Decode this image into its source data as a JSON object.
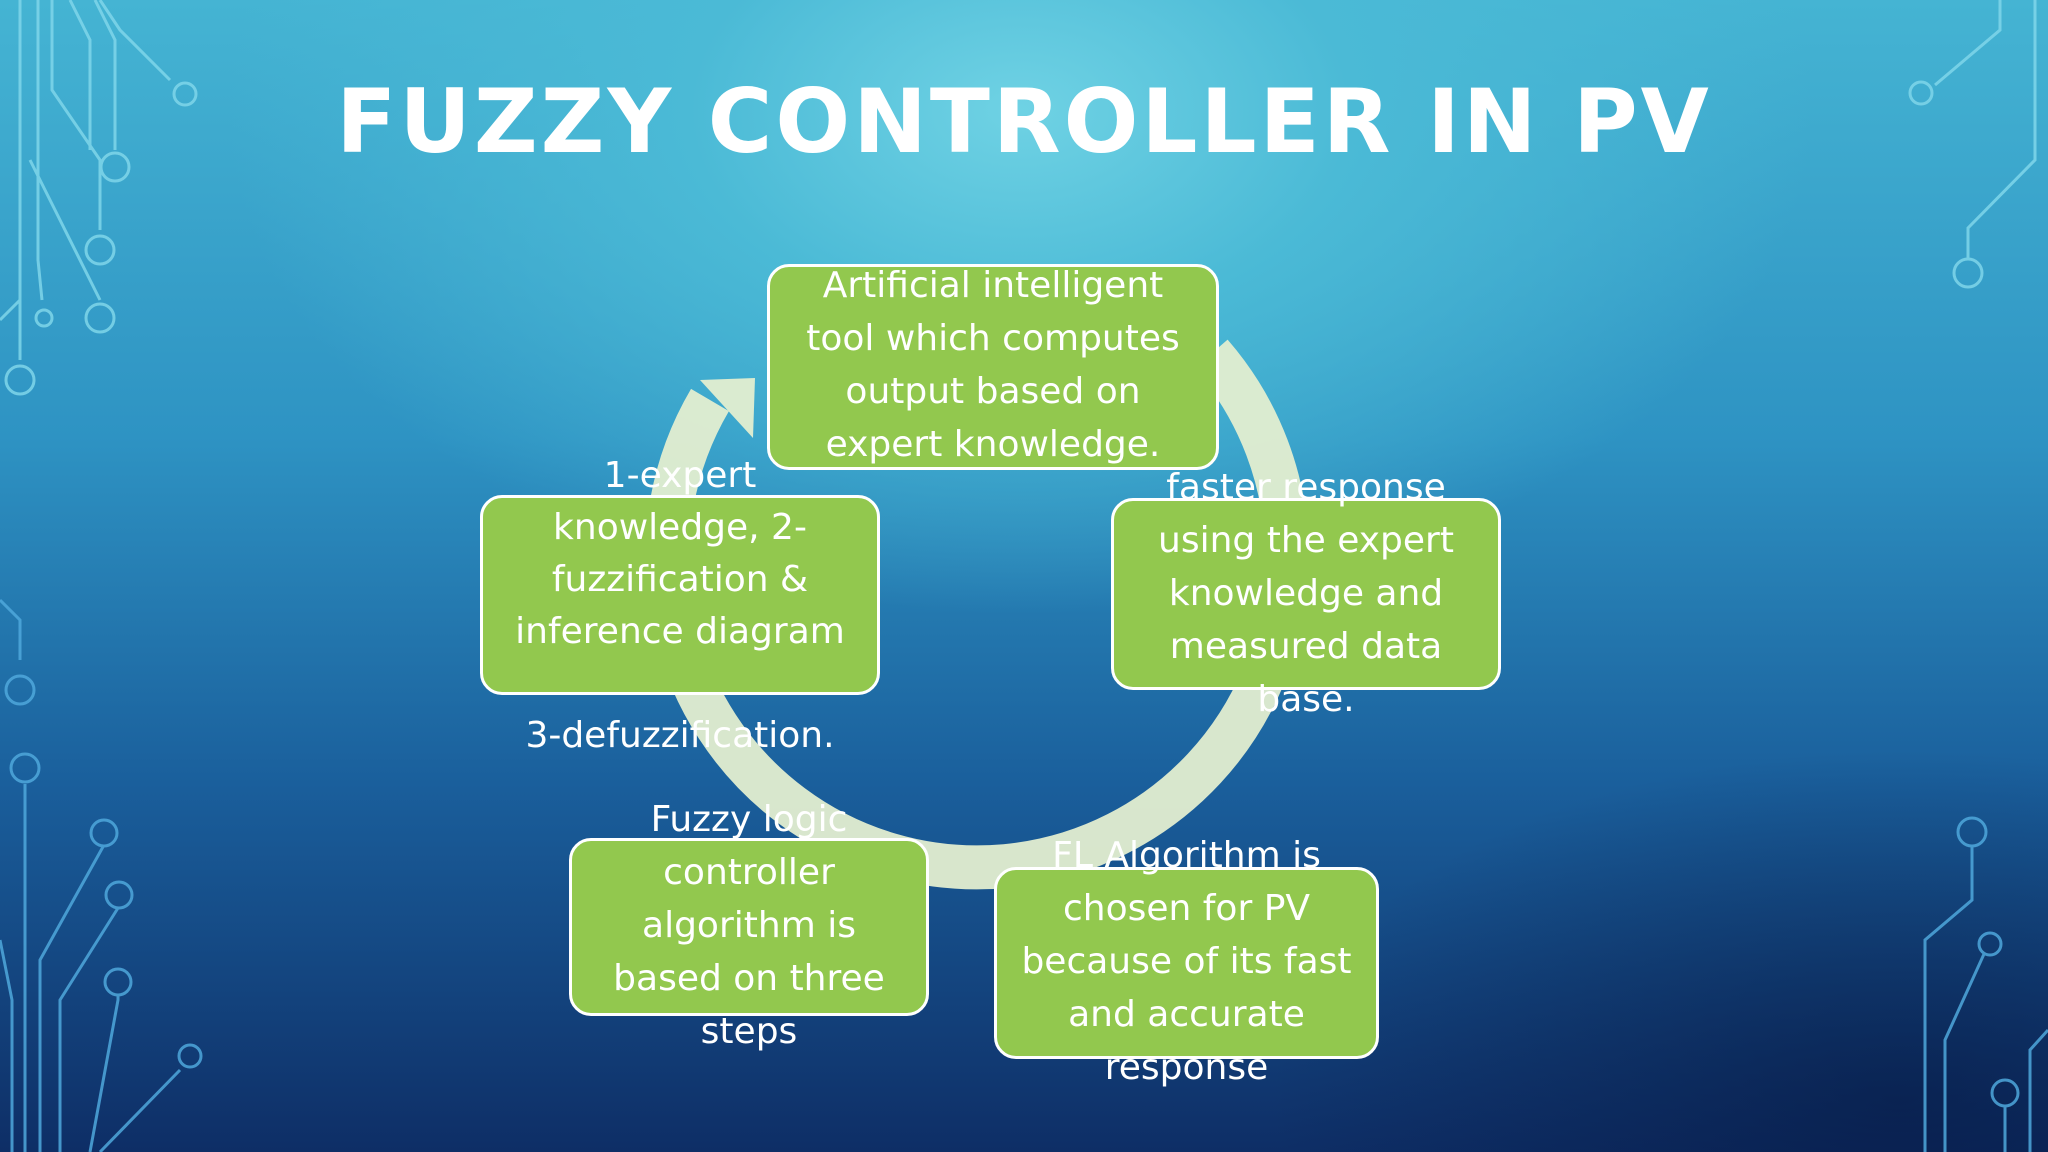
{
  "slide": {
    "title": "FUZZY CONTROLLER IN PV"
  },
  "cycle": {
    "steps": [
      {
        "text": "Artificial intelligent\ntool which computes\noutput based on\nexpert knowledge."
      },
      {
        "text": "faster response\nusing the expert\nknowledge and\nmeasured data\nbase."
      },
      {
        "text": "FL Algorithm is\nchosen for PV\nbecause of its fast\nand accurate\nresponse"
      },
      {
        "text": "Fuzzy logic\ncontroller\nalgorithm is\nbased on three\nsteps"
      },
      {
        "text": "1-expert\nknowledge, 2-\nfuzzification &\ninference diagram\n\n3-defuzzification."
      }
    ]
  },
  "colors": {
    "box_fill": "#92c84e",
    "box_border": "#ffffff",
    "cycle_arrow": "#e3eed0",
    "title": "#ffffff",
    "circuit_lines": "#7fd6ea"
  }
}
